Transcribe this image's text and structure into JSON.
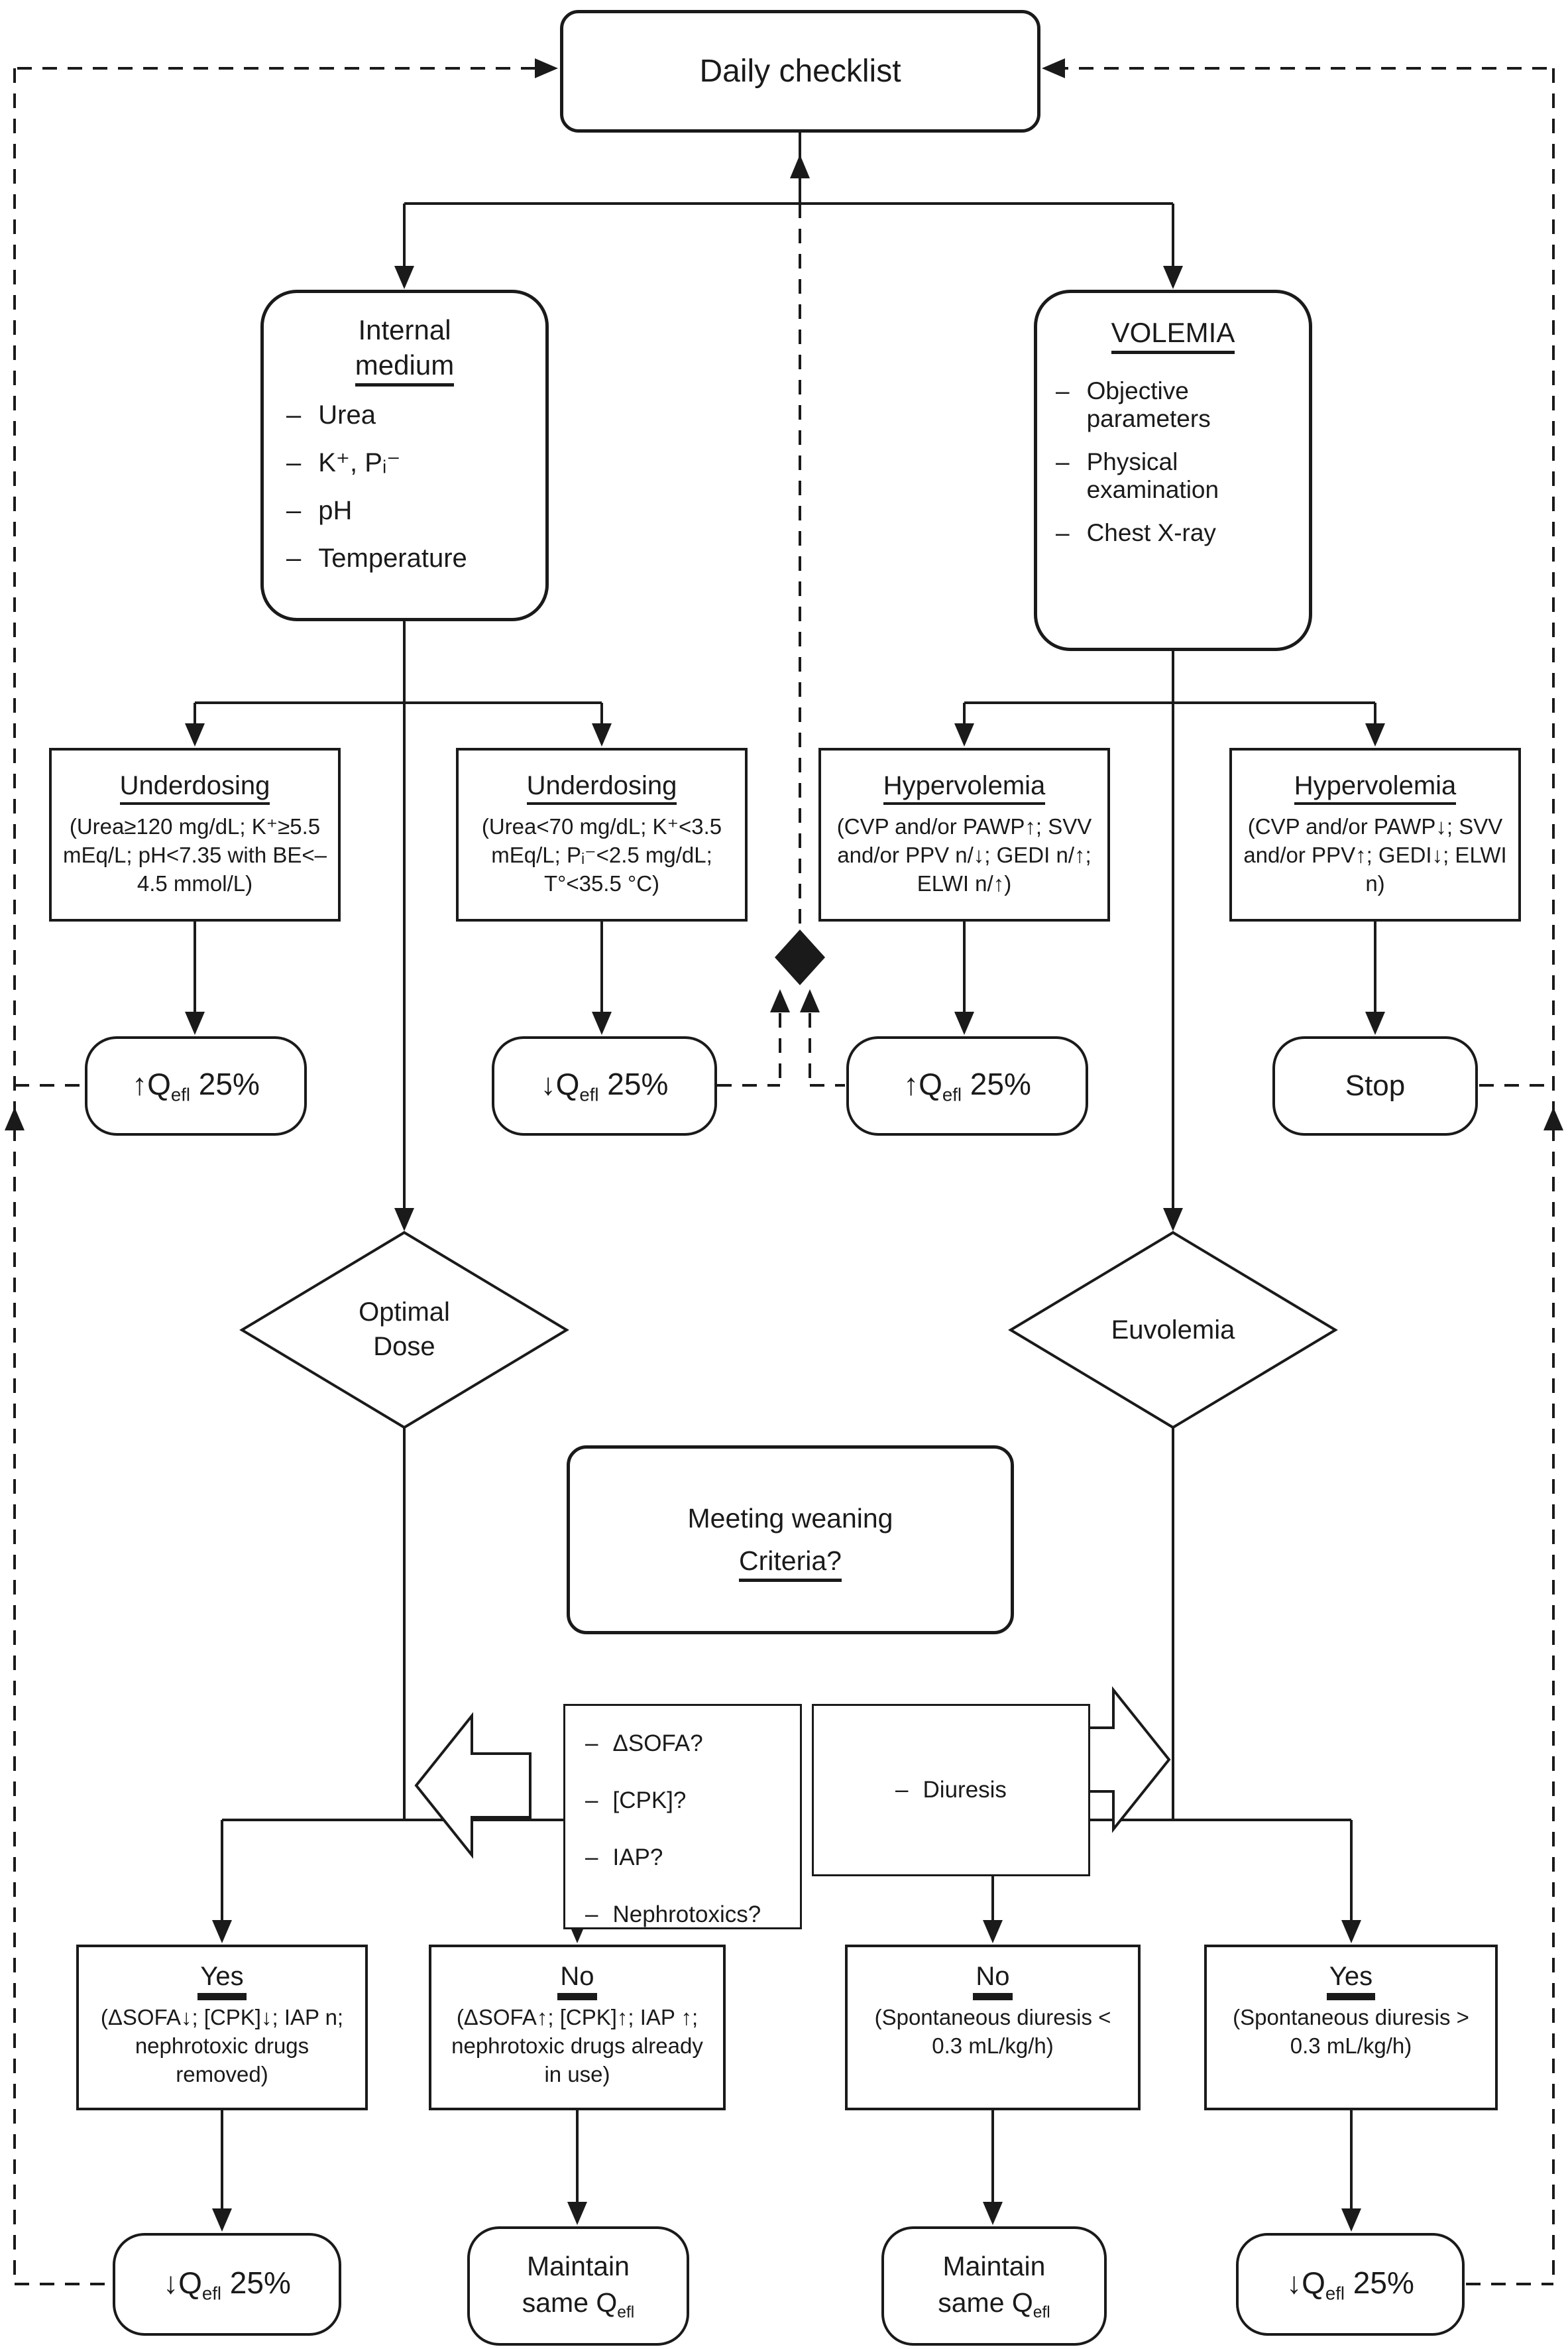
{
  "dash": "–",
  "daily": {
    "title": "Daily checklist"
  },
  "internal_medium": {
    "title_line1": "Internal",
    "title_line2": "medium",
    "items": [
      "Urea",
      "K⁺, Pᵢ⁻",
      "pH",
      "Temperature"
    ]
  },
  "volemia": {
    "title": "VOLEMIA",
    "items": [
      "Objective parameters",
      "Physical examination",
      "Chest X-ray"
    ]
  },
  "underdosing_left": {
    "title": "Underdosing",
    "body": "(Urea≥120 mg/dL; K⁺≥5.5 mEq/L; pH<7.35 with BE<–4.5 mmol/L)"
  },
  "underdosing_right": {
    "title": "Underdosing",
    "body": "(Urea<70 mg/dL; K⁺<3.5 mEq/L; Pᵢ⁻<2.5 mg/dL; T°<35.5 °C)"
  },
  "hypervolemia_left": {
    "title": "Hypervolemia",
    "body": "(CVP and/or PAWP↑; SVV and/or PPV n/↓; GEDI n/↑; ELWI n/↑)"
  },
  "hypervolemia_right": {
    "title": "Hypervolemia",
    "body": "(CVP and/or PAWP↓; SVV and/or PPV↑; GEDI↓; ELWI n)"
  },
  "actions": {
    "increase_qefl": {
      "arrow": "↑",
      "symbol": "Q",
      "subscript": "efl",
      "amount": " 25%"
    },
    "decrease_qefl": {
      "arrow": "↓",
      "symbol": "Q",
      "subscript": "efl",
      "amount": " 25%"
    },
    "stop": {
      "label": "Stop"
    },
    "maintain": {
      "line1": "Maintain",
      "line2": "same Q",
      "subscript": "efl"
    }
  },
  "decisions": {
    "optimal_dose": {
      "line1": "Optimal",
      "line2": "Dose"
    },
    "euvolemia": {
      "label": "Euvolemia"
    }
  },
  "weaning": {
    "title_line1": "Meeting weaning",
    "title_line2": "Criteria?",
    "criteria": [
      "ΔSOFA?",
      "[CPK]?",
      "IAP?",
      "Nephrotoxics?"
    ],
    "diuresis": "Diuresis"
  },
  "outcomes": {
    "optimal_yes": {
      "title": "Yes",
      "body": "(ΔSOFA↓; [CPK]↓; IAP n; nephrotoxic drugs removed)"
    },
    "optimal_no": {
      "title": "No",
      "body": "(ΔSOFA↑; [CPK]↑; IAP ↑; nephrotoxic drugs already in use)"
    },
    "euvolemia_no": {
      "title": "No",
      "body": "(Spontaneous diuresis < 0.3 mL/kg/h)"
    },
    "euvolemia_yes": {
      "title": "Yes",
      "body": "(Spontaneous diuresis > 0.3 mL/kg/h)"
    }
  }
}
